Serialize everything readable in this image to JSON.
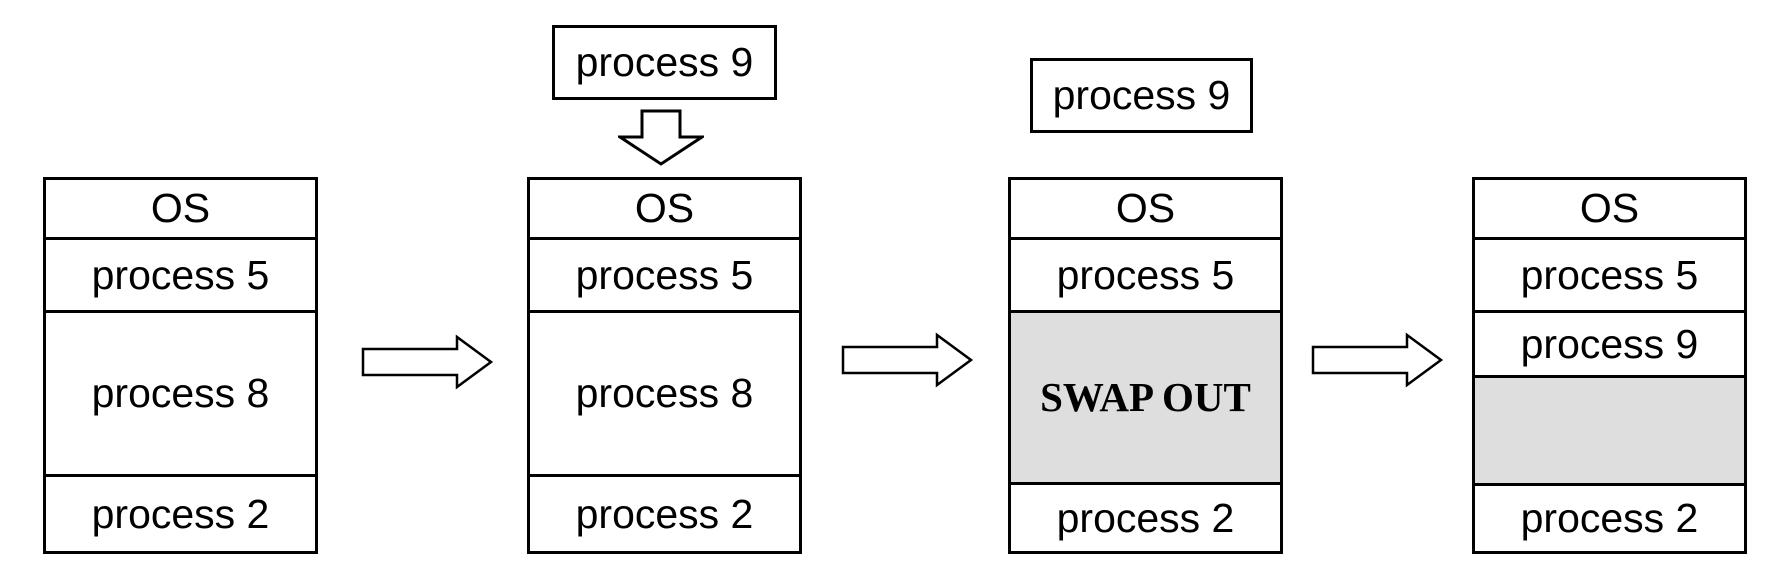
{
  "colors": {
    "shaded_block": "#dedede",
    "line": "#000000",
    "background": "#ffffff"
  },
  "stages": [
    {
      "blocks": [
        {
          "label": "OS"
        },
        {
          "label": "process 5"
        },
        {
          "label": "process 8"
        },
        {
          "label": "process 2"
        }
      ]
    },
    {
      "incoming_process": "process 9",
      "blocks": [
        {
          "label": "OS"
        },
        {
          "label": "process 5"
        },
        {
          "label": "process 8"
        },
        {
          "label": "process 2"
        }
      ]
    },
    {
      "waiting_process": "process 9",
      "blocks": [
        {
          "label": "OS"
        },
        {
          "label": "process 5"
        },
        {
          "label": "SWAP OUT",
          "shaded": true
        },
        {
          "label": "process 2"
        }
      ]
    },
    {
      "blocks": [
        {
          "label": "OS"
        },
        {
          "label": "process 5"
        },
        {
          "label": "process 9"
        },
        {
          "label": "",
          "shaded": true
        },
        {
          "label": "process 2"
        }
      ]
    }
  ]
}
